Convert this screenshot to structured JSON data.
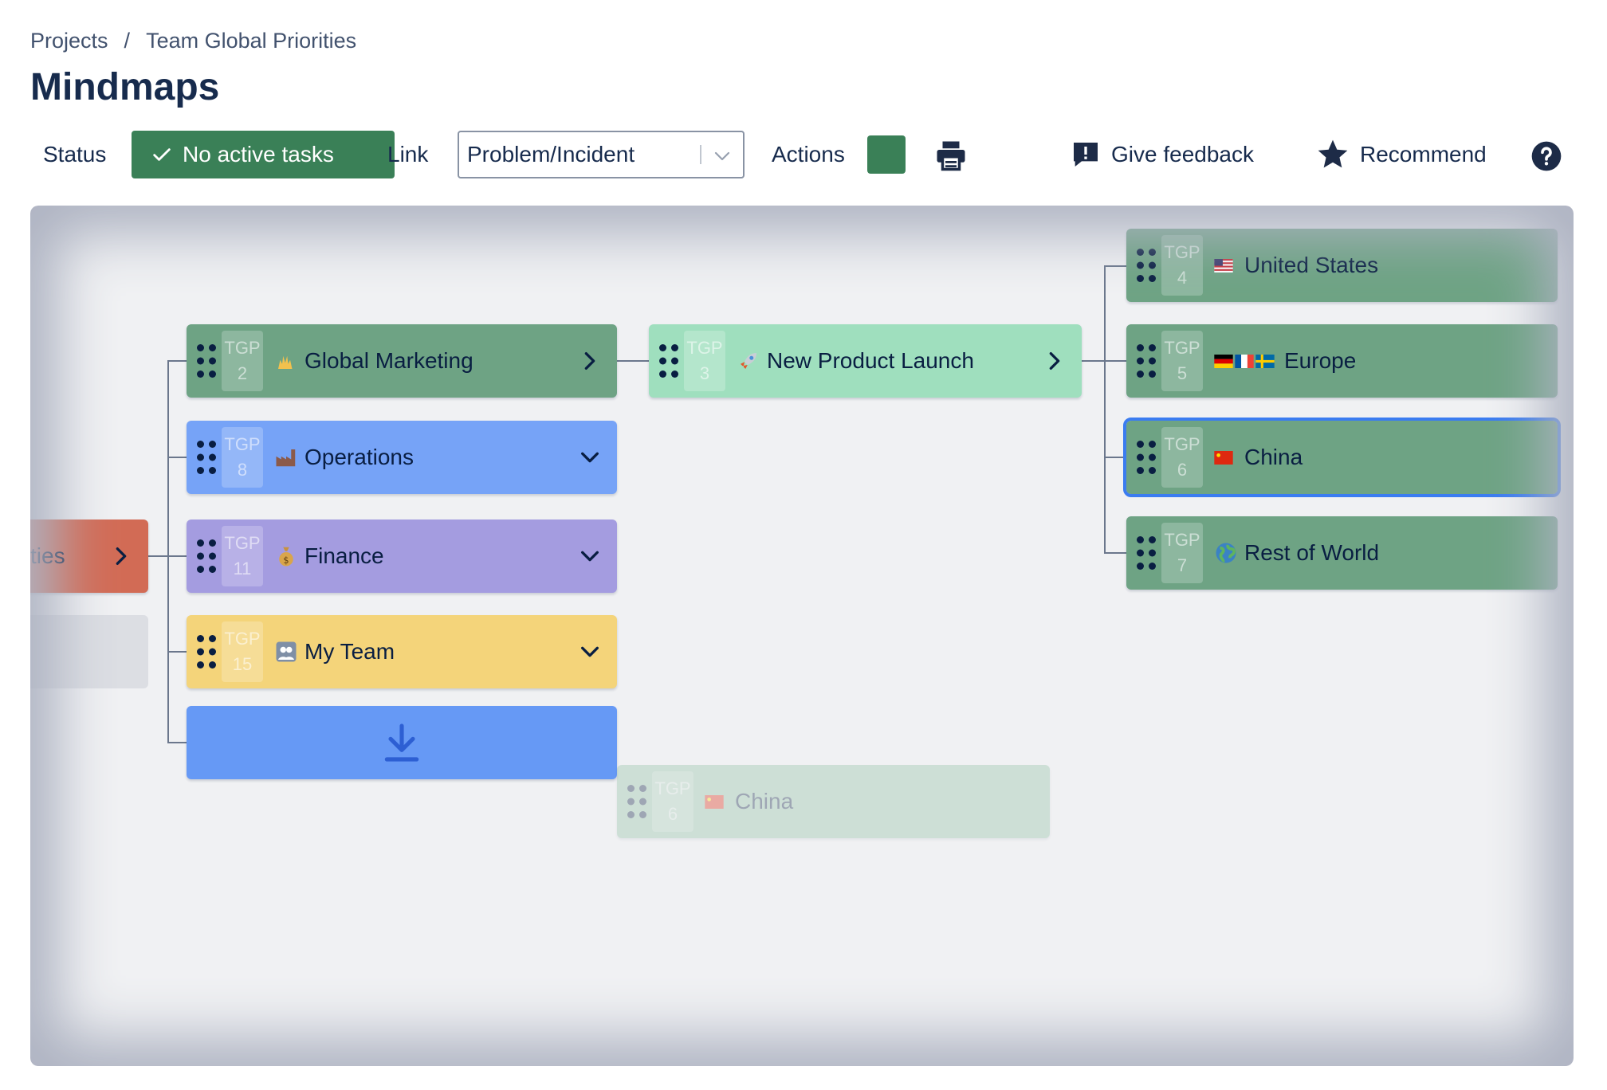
{
  "breadcrumb": {
    "root": "Projects",
    "separator": "/",
    "current": "Team Global Priorities"
  },
  "page_title": "Mindmaps",
  "toolbar": {
    "status_label": "Status",
    "status_button": "No active tasks",
    "link_label": "Link",
    "link_value": "Problem/Incident",
    "actions_label": "Actions",
    "action_color": "#3a8057",
    "feedback_label": "Give feedback",
    "recommend_label": "Recommend"
  },
  "mindmap": {
    "root": {
      "label": "ties",
      "color": "#d26b55"
    },
    "children": [
      {
        "key_prefix": "TGP",
        "key_num": "2",
        "emoji": "raising-hands",
        "label": "Global Marketing",
        "color": "#6ea384",
        "expanded": true
      },
      {
        "key_prefix": "TGP",
        "key_num": "8",
        "emoji": "factory",
        "label": "Operations",
        "color": "#76a3f7",
        "expanded": false
      },
      {
        "key_prefix": "TGP",
        "key_num": "11",
        "emoji": "money-bag",
        "label": "Finance",
        "color": "#a49ce0",
        "expanded": false
      },
      {
        "key_prefix": "TGP",
        "key_num": "15",
        "emoji": "team",
        "label": "My Team",
        "color": "#f4d47a",
        "expanded": false
      }
    ],
    "grandchild": {
      "key_prefix": "TGP",
      "key_num": "3",
      "emoji": "rocket",
      "label": "New Product Launch",
      "color": "#9fdfbe"
    },
    "leaves": [
      {
        "key_prefix": "TGP",
        "key_num": "4",
        "emoji": "flag-us",
        "label": "United States"
      },
      {
        "key_prefix": "TGP",
        "key_num": "5",
        "emoji": "flag-de-fr-se",
        "label": "Europe"
      },
      {
        "key_prefix": "TGP",
        "key_num": "6",
        "emoji": "flag-cn",
        "label": "China",
        "selected": true
      },
      {
        "key_prefix": "TGP",
        "key_num": "7",
        "emoji": "globe",
        "label": "Rest of World"
      }
    ],
    "drag_ghost": {
      "key_prefix": "TGP",
      "key_num": "6",
      "emoji": "flag-cn",
      "label": "China"
    },
    "drop_target_color": "#6699f5"
  }
}
